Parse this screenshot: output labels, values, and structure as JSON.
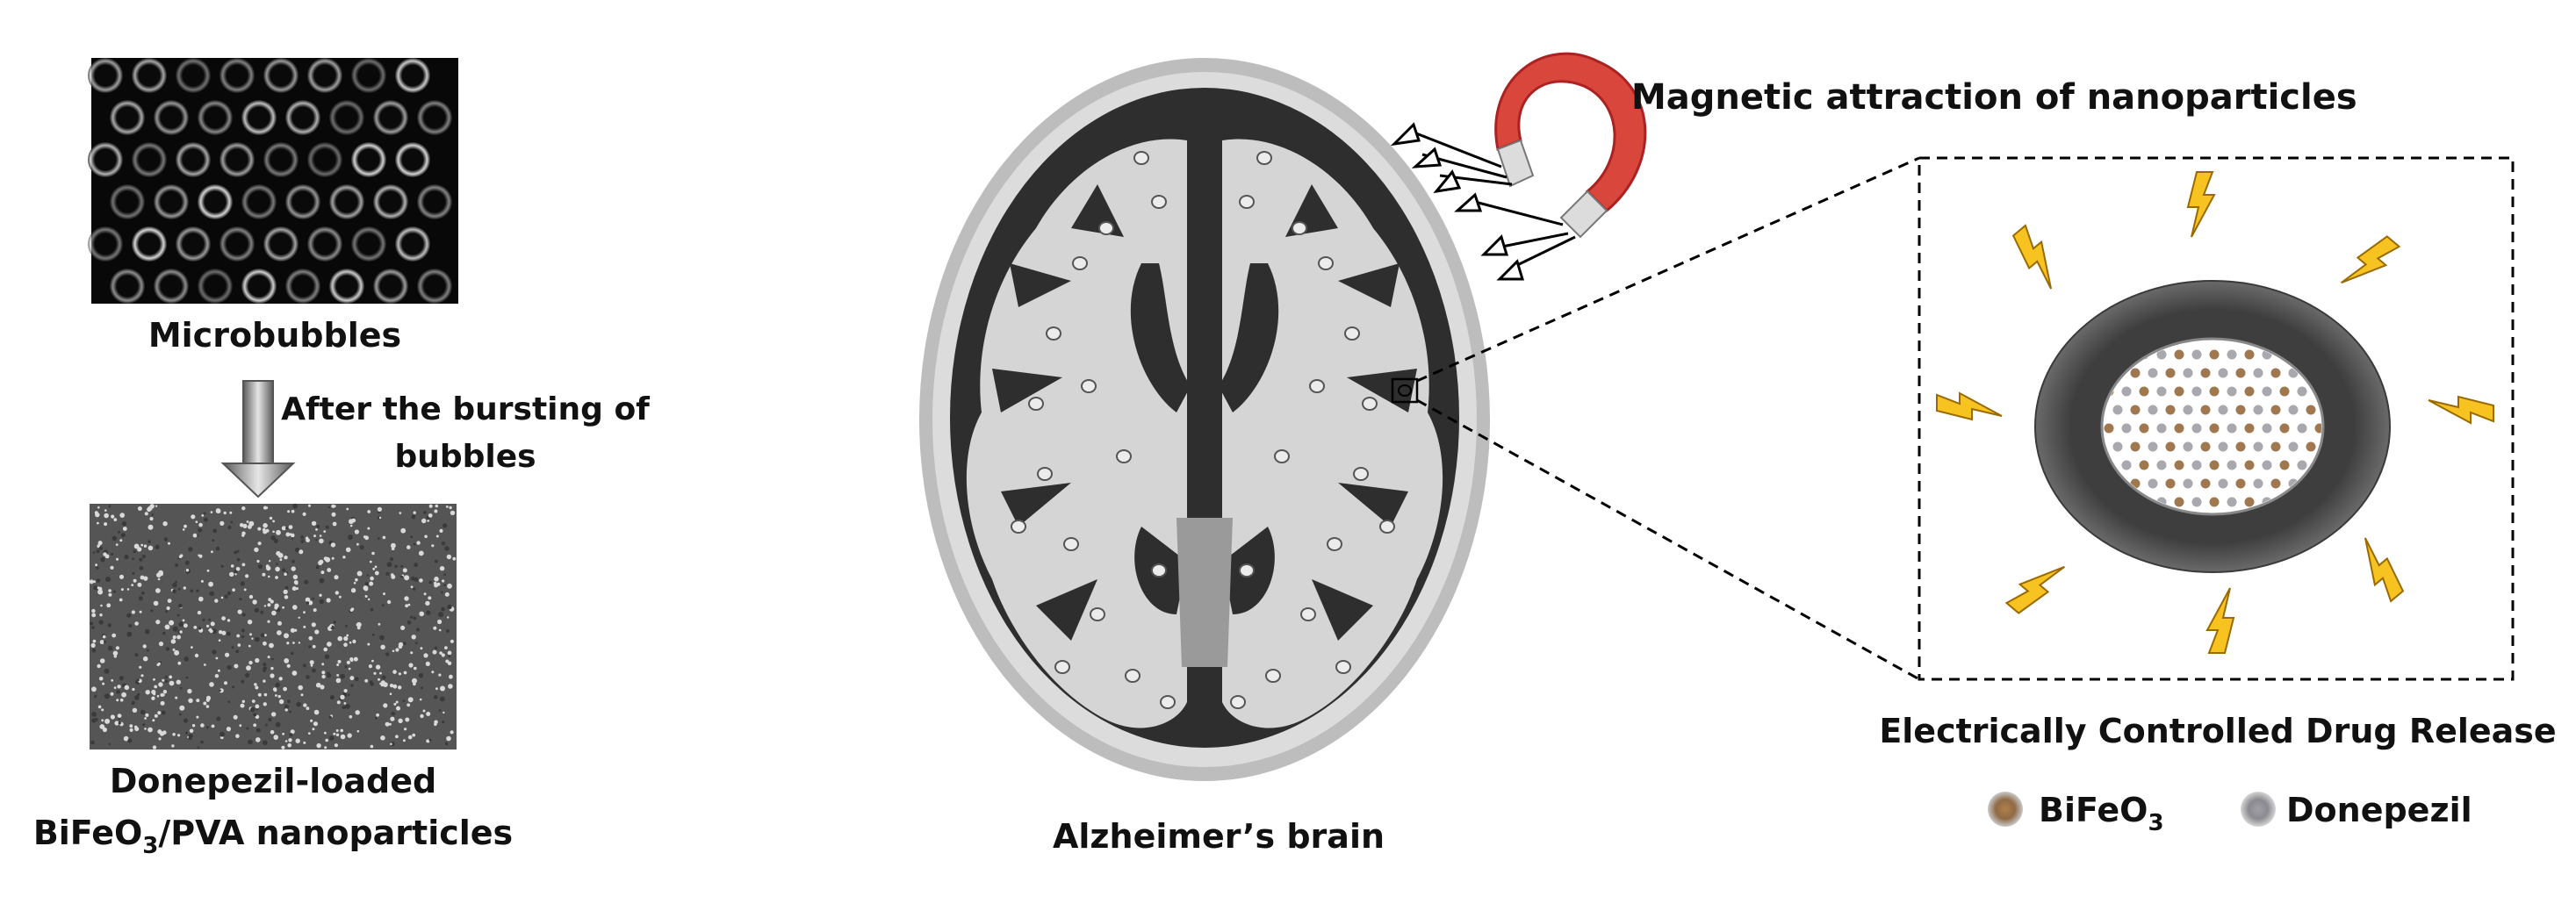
{
  "labels": {
    "microbubbles": "Microbubbles",
    "after_line1": "After the bursting of",
    "after_line2": "bubbles",
    "np_line1": "Donepezil-loaded",
    "np_line2_pre": "BiFeO",
    "np_line2_sub": "3",
    "np_line2_post": "/PVA nanoparticles",
    "brain": "Alzheimer’s brain",
    "magnet": "Magnetic attraction of nanoparticles",
    "release": "Electrically Controlled Drug Release"
  },
  "legend": [
    {
      "text": "BiFeO",
      "sub": "3",
      "color": "#a07850"
    },
    {
      "text": "Donepezil",
      "sub": "",
      "color": "#9a9aa0"
    }
  ],
  "icons": {
    "arrow": "down-arrow-icon",
    "magnet": "horseshoe-magnet-icon",
    "spark": "lightning-bolt-icon"
  },
  "colors": {
    "magnet_red": "#d9463c",
    "spark_yellow": "#f7c320",
    "shell_gray": "#4b4b4b",
    "brain_dark": "#303030",
    "brain_light": "#d8d8d8"
  }
}
